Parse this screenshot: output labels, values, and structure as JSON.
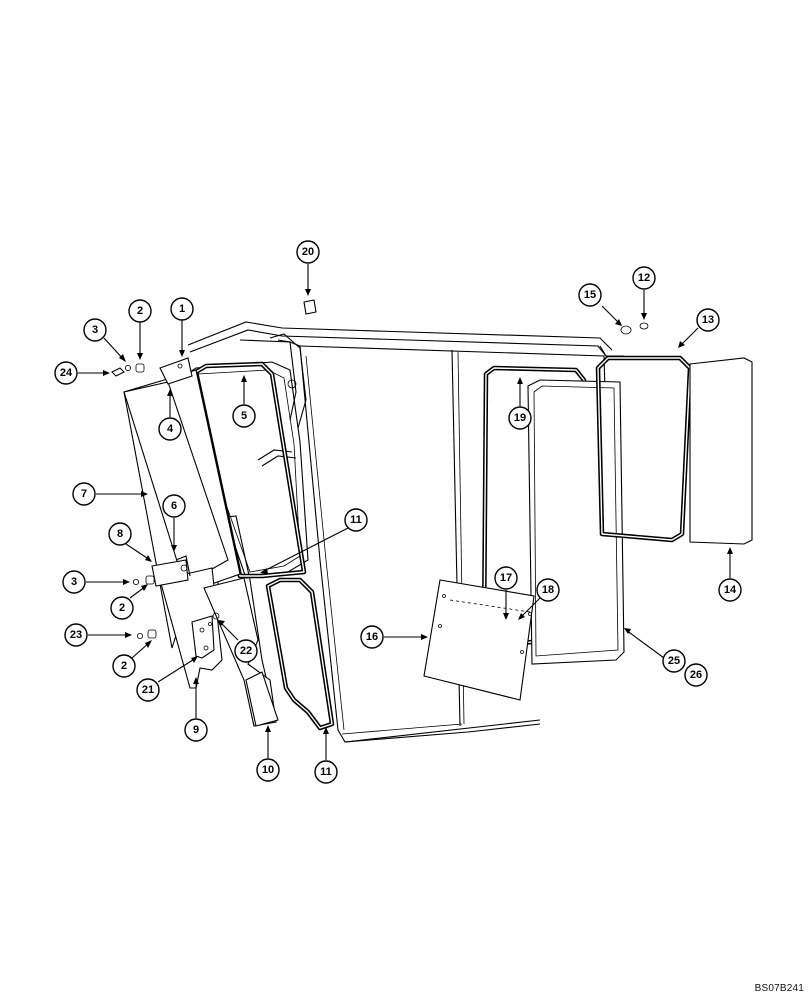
{
  "drawing_code": "BS07B241",
  "callouts": [
    {
      "id": "c1",
      "label": "1"
    },
    {
      "id": "c2a",
      "label": "2"
    },
    {
      "id": "c3a",
      "label": "3"
    },
    {
      "id": "c24",
      "label": "24"
    },
    {
      "id": "c4",
      "label": "4"
    },
    {
      "id": "c5",
      "label": "5"
    },
    {
      "id": "c20",
      "label": "20"
    },
    {
      "id": "c7",
      "label": "7"
    },
    {
      "id": "c6",
      "label": "6"
    },
    {
      "id": "c8",
      "label": "8"
    },
    {
      "id": "c3b",
      "label": "3"
    },
    {
      "id": "c2b",
      "label": "2"
    },
    {
      "id": "c23",
      "label": "23"
    },
    {
      "id": "c2c",
      "label": "2"
    },
    {
      "id": "c21",
      "label": "21"
    },
    {
      "id": "c9",
      "label": "9"
    },
    {
      "id": "c22",
      "label": "22"
    },
    {
      "id": "c10",
      "label": "10"
    },
    {
      "id": "c11a",
      "label": "11"
    },
    {
      "id": "c11b",
      "label": "11"
    },
    {
      "id": "c16",
      "label": "16"
    },
    {
      "id": "c17",
      "label": "17"
    },
    {
      "id": "c18",
      "label": "18"
    },
    {
      "id": "c19",
      "label": "19"
    },
    {
      "id": "c15",
      "label": "15"
    },
    {
      "id": "c12",
      "label": "12"
    },
    {
      "id": "c13",
      "label": "13"
    },
    {
      "id": "c14",
      "label": "14"
    },
    {
      "id": "c25",
      "label": "25"
    },
    {
      "id": "c26",
      "label": "26"
    }
  ]
}
